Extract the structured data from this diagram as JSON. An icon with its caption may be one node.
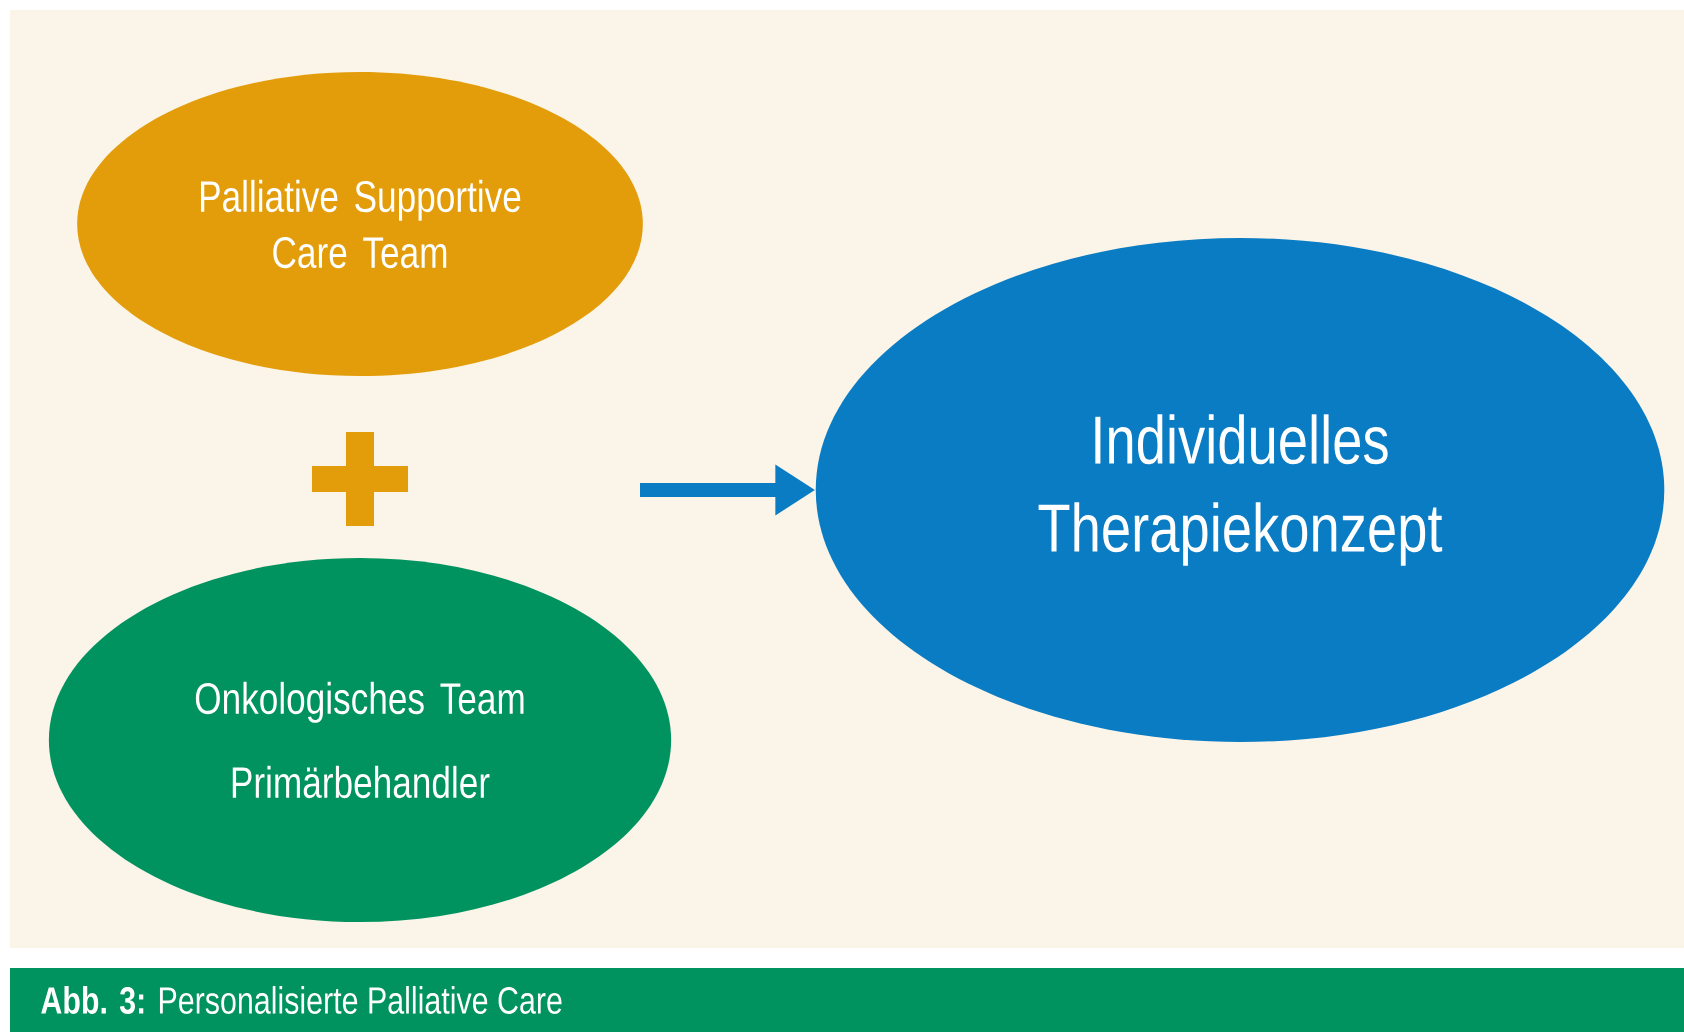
{
  "diagram": {
    "caption": "**Abb. 3:** Personalisierte Palliative Care",
    "nodes": [
      {
        "text": [
          "Palliative Supportive Care Team"
        ]
      },
      {
        "text": [
          "Onkologisches Team",
          "Primärbehandler"
        ]
      },
      {
        "text": [
          "Individuelles Therapiekonzept"
        ]
      }
    ],
    "edges": [
      {
        "from": null,
        "to": 2,
        "arrow": "to"
      }
    ]
  }
}
